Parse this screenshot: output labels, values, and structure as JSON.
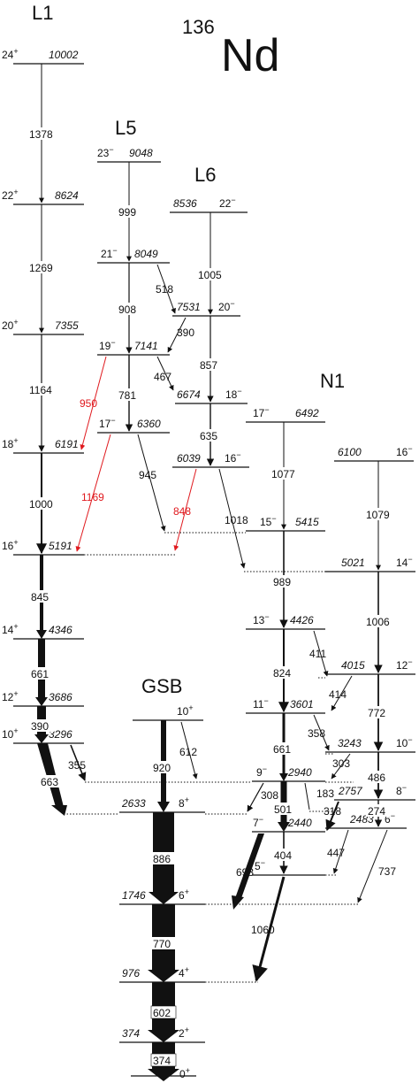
{
  "title": {
    "mass": "136",
    "element": "Nd"
  },
  "colors": {
    "ink": "#111111",
    "red": "#e0191e"
  },
  "band_labels": {
    "L1": "L1",
    "L5": "L5",
    "L6": "L6",
    "N1": "N1",
    "GSB": "GSB"
  },
  "levels": [
    {
      "id": "l1_10002",
      "band": "L1",
      "energy": "10002",
      "spin": "24",
      "parity": "+"
    },
    {
      "id": "l1_8624",
      "band": "L1",
      "energy": "8624",
      "spin": "22",
      "parity": "+"
    },
    {
      "id": "l1_7355",
      "band": "L1",
      "energy": "7355",
      "spin": "20",
      "parity": "+"
    },
    {
      "id": "l1_6191",
      "band": "L1",
      "energy": "6191",
      "spin": "18",
      "parity": "+"
    },
    {
      "id": "l1_5191",
      "band": "L1",
      "energy": "5191",
      "spin": "16",
      "parity": "+"
    },
    {
      "id": "l1_4346",
      "band": "L1",
      "energy": "4346",
      "spin": "14",
      "parity": "+"
    },
    {
      "id": "l1_3686",
      "band": "L1",
      "energy": "3686",
      "spin": "12",
      "parity": "+"
    },
    {
      "id": "l1_3296",
      "band": "L1",
      "energy": "3296",
      "spin": "10",
      "parity": "+"
    },
    {
      "id": "l5_9048",
      "band": "L5",
      "energy": "9048",
      "spin": "23",
      "parity": "−"
    },
    {
      "id": "l5_8049",
      "band": "L5",
      "energy": "8049",
      "spin": "21",
      "parity": "−"
    },
    {
      "id": "l5_7141",
      "band": "L5",
      "energy": "7141",
      "spin": "19",
      "parity": "−"
    },
    {
      "id": "l5_6360",
      "band": "L5",
      "energy": "6360",
      "spin": "17",
      "parity": "−"
    },
    {
      "id": "l6_8536",
      "band": "L6",
      "energy": "8536",
      "spin": "22",
      "parity": "−"
    },
    {
      "id": "l6_7531",
      "band": "L6",
      "energy": "7531",
      "spin": "20",
      "parity": "−"
    },
    {
      "id": "l6_6674",
      "band": "L6",
      "energy": "6674",
      "spin": "18",
      "parity": "−"
    },
    {
      "id": "l6_6039",
      "band": "L6",
      "energy": "6039",
      "spin": "16",
      "parity": "−"
    },
    {
      "id": "n1_6492",
      "band": "N1",
      "energy": "6492",
      "spin": "17",
      "parity": "−"
    },
    {
      "id": "n1_5415",
      "band": "N1",
      "energy": "5415",
      "spin": "15",
      "parity": "−"
    },
    {
      "id": "n1_4426",
      "band": "N1",
      "energy": "4426",
      "spin": "13",
      "parity": "−"
    },
    {
      "id": "n1_3601",
      "band": "N1",
      "energy": "3601",
      "spin": "11",
      "parity": "−"
    },
    {
      "id": "n1_2940",
      "band": "N1",
      "energy": "2940",
      "spin": "9",
      "parity": "−"
    },
    {
      "id": "n1_2440",
      "band": "N1",
      "energy": "2440",
      "spin": "7",
      "parity": "−"
    },
    {
      "id": "n1_5m",
      "band": "N1",
      "energy": "",
      "spin": "5",
      "parity": "−"
    },
    {
      "id": "r_6100",
      "band": "right",
      "energy": "6100",
      "spin": "16",
      "parity": "−"
    },
    {
      "id": "r_5021",
      "band": "right",
      "energy": "5021",
      "spin": "14",
      "parity": "−"
    },
    {
      "id": "r_4015",
      "band": "right",
      "energy": "4015",
      "spin": "12",
      "parity": "−"
    },
    {
      "id": "r_3243",
      "band": "right",
      "energy": "3243",
      "spin": "10",
      "parity": "−"
    },
    {
      "id": "r_2757",
      "band": "right",
      "energy": "2757",
      "spin": "8",
      "parity": "−"
    },
    {
      "id": "r_2483",
      "band": "right",
      "energy": "2483",
      "spin": "6",
      "parity": "−"
    },
    {
      "id": "g_10p",
      "band": "GSB",
      "energy": "",
      "spin": "10",
      "parity": "+"
    },
    {
      "id": "g_2633",
      "band": "GSB",
      "energy": "2633",
      "spin": "8",
      "parity": "+"
    },
    {
      "id": "g_1746",
      "band": "GSB",
      "energy": "1746",
      "spin": "6",
      "parity": "+"
    },
    {
      "id": "g_976",
      "band": "GSB",
      "energy": "976",
      "spin": "4",
      "parity": "+"
    },
    {
      "id": "g_374",
      "band": "GSB",
      "energy": "374",
      "spin": "2",
      "parity": "+"
    },
    {
      "id": "g_0",
      "band": "GSB",
      "energy": "",
      "spin": "0",
      "parity": "+"
    }
  ],
  "transitions": [
    {
      "energy": "1378",
      "from": "l1_10002",
      "to": "l1_8624",
      "color": "black"
    },
    {
      "energy": "1269",
      "from": "l1_8624",
      "to": "l1_7355",
      "color": "black"
    },
    {
      "energy": "1164",
      "from": "l1_7355",
      "to": "l1_6191",
      "color": "black"
    },
    {
      "energy": "1000",
      "from": "l1_6191",
      "to": "l1_5191",
      "color": "black"
    },
    {
      "energy": "845",
      "from": "l1_5191",
      "to": "l1_4346",
      "color": "black"
    },
    {
      "energy": "661",
      "from": "l1_4346",
      "to": "l1_3686",
      "color": "black"
    },
    {
      "energy": "390",
      "from": "l1_3686",
      "to": "l1_3296",
      "color": "black"
    },
    {
      "energy": "663",
      "from": "l1_3296",
      "to": "g_2633",
      "color": "black"
    },
    {
      "energy": "355",
      "from": "l1_3296",
      "to": "n1_2940",
      "color": "black"
    },
    {
      "energy": "999",
      "from": "l5_9048",
      "to": "l5_8049",
      "color": "black"
    },
    {
      "energy": "908",
      "from": "l5_8049",
      "to": "l5_7141",
      "color": "black"
    },
    {
      "energy": "781",
      "from": "l5_7141",
      "to": "l5_6360",
      "color": "black"
    },
    {
      "energy": "518",
      "from": "l5_8049",
      "to": "l6_7531",
      "color": "black"
    },
    {
      "energy": "467",
      "from": "l5_7141",
      "to": "l6_6674",
      "color": "black"
    },
    {
      "energy": "950",
      "from": "l5_7141",
      "to": "l1_6191",
      "color": "red"
    },
    {
      "energy": "1169",
      "from": "l5_6360",
      "to": "l1_5191",
      "color": "red"
    },
    {
      "energy": "945",
      "from": "l5_6360",
      "to": "n1_5415",
      "color": "black"
    },
    {
      "energy": "1005",
      "from": "l6_8536",
      "to": "l6_7531",
      "color": "black"
    },
    {
      "energy": "390",
      "from": "l6_7531",
      "to": "l5_7141",
      "color": "black"
    },
    {
      "energy": "857",
      "from": "l6_7531",
      "to": "l6_6674",
      "color": "black"
    },
    {
      "energy": "635",
      "from": "l6_6674",
      "to": "l6_6039",
      "color": "black"
    },
    {
      "energy": "848",
      "from": "l6_6039",
      "to": "l1_5191",
      "color": "red"
    },
    {
      "energy": "1018",
      "from": "l6_6039",
      "to": "r_5021",
      "color": "black"
    },
    {
      "energy": "1077",
      "from": "n1_6492",
      "to": "n1_5415",
      "color": "black"
    },
    {
      "energy": "989",
      "from": "n1_5415",
      "to": "n1_4426",
      "color": "black"
    },
    {
      "energy": "824",
      "from": "n1_4426",
      "to": "n1_3601",
      "color": "black"
    },
    {
      "energy": "411",
      "from": "n1_4426",
      "to": "r_4015",
      "color": "black"
    },
    {
      "energy": "661",
      "from": "n1_3601",
      "to": "n1_2940",
      "color": "black"
    },
    {
      "energy": "358",
      "from": "n1_3601",
      "to": "r_3243",
      "color": "black"
    },
    {
      "energy": "501",
      "from": "n1_2940",
      "to": "n1_2440",
      "color": "black"
    },
    {
      "energy": "183",
      "from": "n1_2940",
      "to": "r_2757",
      "color": "black"
    },
    {
      "energy": "308",
      "from": "n1_2940",
      "to": "g_2633",
      "color": "black"
    },
    {
      "energy": "404",
      "from": "n1_2440",
      "to": "n1_5m",
      "color": "black"
    },
    {
      "energy": "693",
      "from": "n1_2440",
      "to": "g_1746",
      "color": "black"
    },
    {
      "energy": "1060",
      "from": "n1_5m",
      "to": "g_976",
      "color": "black"
    },
    {
      "energy": "1079",
      "from": "r_6100",
      "to": "r_5021",
      "color": "black"
    },
    {
      "energy": "1006",
      "from": "r_5021",
      "to": "r_4015",
      "color": "black"
    },
    {
      "energy": "414",
      "from": "r_4015",
      "to": "n1_3601",
      "color": "black"
    },
    {
      "energy": "772",
      "from": "r_4015",
      "to": "r_3243",
      "color": "black"
    },
    {
      "energy": "303",
      "from": "r_3243",
      "to": "n1_2940",
      "color": "black"
    },
    {
      "energy": "486",
      "from": "r_3243",
      "to": "r_2757",
      "color": "black"
    },
    {
      "energy": "274",
      "from": "r_2757",
      "to": "r_2483",
      "color": "black"
    },
    {
      "energy": "318",
      "from": "r_2757",
      "to": "n1_2440",
      "color": "black"
    },
    {
      "energy": "447",
      "from": "r_2483",
      "to": "n1_5m",
      "color": "black"
    },
    {
      "energy": "737",
      "from": "r_2483",
      "to": "g_1746",
      "color": "black"
    },
    {
      "energy": "612",
      "from": "g_10p",
      "to": "n1_2940",
      "color": "black"
    },
    {
      "energy": "920",
      "from": "g_10p",
      "to": "g_2633",
      "color": "black"
    },
    {
      "energy": "886",
      "from": "g_2633",
      "to": "g_1746",
      "color": "black"
    },
    {
      "energy": "770",
      "from": "g_1746",
      "to": "g_976",
      "color": "black"
    },
    {
      "energy": "602",
      "from": "g_976",
      "to": "g_374",
      "color": "black"
    },
    {
      "energy": "374",
      "from": "g_374",
      "to": "g_0",
      "color": "black"
    }
  ]
}
